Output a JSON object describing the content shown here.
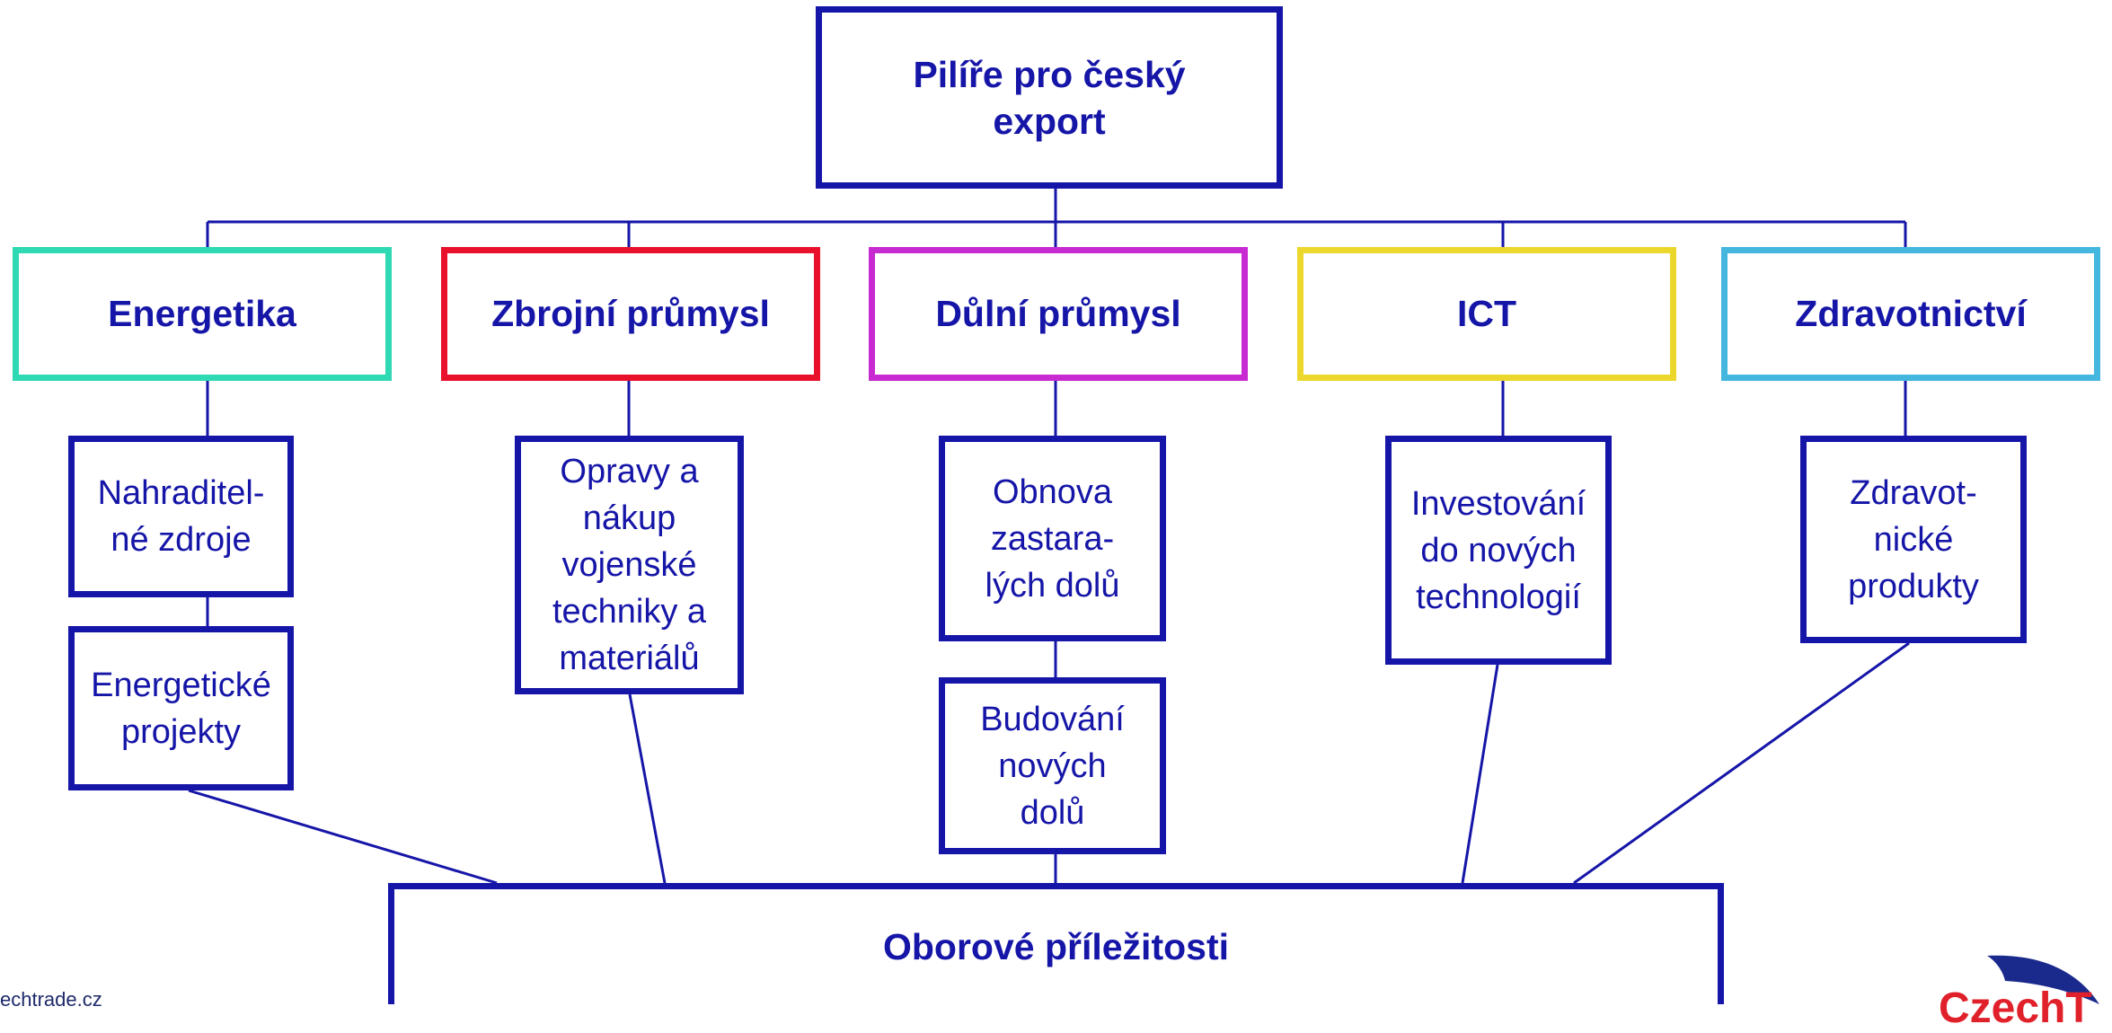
{
  "root": {
    "label": "Pilíře pro český\nexport"
  },
  "categories": [
    {
      "label": "Energetika",
      "color": "#2ed9b3"
    },
    {
      "label": "Zbrojní průmysl",
      "color": "#e8102a"
    },
    {
      "label": "Důlní průmysl",
      "color": "#c82ad1"
    },
    {
      "label": "ICT",
      "color": "#ecd72c"
    },
    {
      "label": "Zdravotnictví",
      "color": "#45b6dd"
    }
  ],
  "sub_items": {
    "energetika": [
      "Nahraditel-\nné zdroje",
      "Energetické\nprojekty"
    ],
    "zbrojni": [
      "Opravy a\nnákup\nvojenské\ntechniky a\nmateriálů"
    ],
    "dulni": [
      "Obnova\nzastara-\nlých dolů",
      "Budování\nnových\ndolů"
    ],
    "ict": [
      "Investování\ndo nových\ntechnologií"
    ],
    "zdravotnictvi": [
      "Zdravot-\nnické\nprodukty"
    ]
  },
  "bottom": {
    "label": "Oborové příležitosti"
  },
  "footer": {
    "url_fragment": "echtrade.cz",
    "logo_fragment": "CzechT"
  },
  "colors": {
    "navy": "#1515a8"
  }
}
